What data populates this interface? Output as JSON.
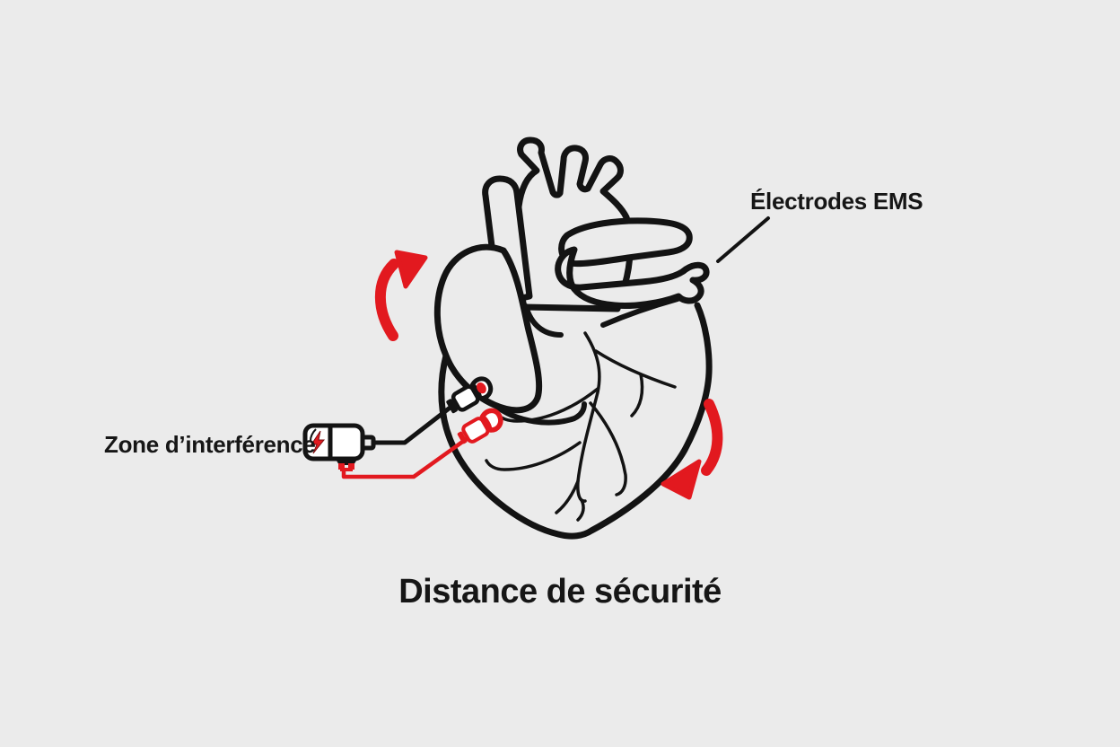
{
  "diagram": {
    "title": "Distance de sécurité",
    "labels": {
      "electrodes_ems": "Électrodes EMS",
      "interference_zone": "Zone d’interférence"
    },
    "colors": {
      "background": "#ebebeb",
      "line": "#131313",
      "accent_red": "#e2191f",
      "pad_fill": "#ffffff"
    },
    "icons": {
      "heart": "anatomical-heart-outline-illustration",
      "device": "ems-stimulator-device-icon",
      "bolt": "lightning-icon",
      "left_arrow": "curved-arrow-up-right-icon",
      "right_arrow": "curved-arrow-down-left-icon",
      "upper_electrode": "electrode-clip-black-icon",
      "lower_electrode": "electrode-clip-red-icon"
    }
  }
}
